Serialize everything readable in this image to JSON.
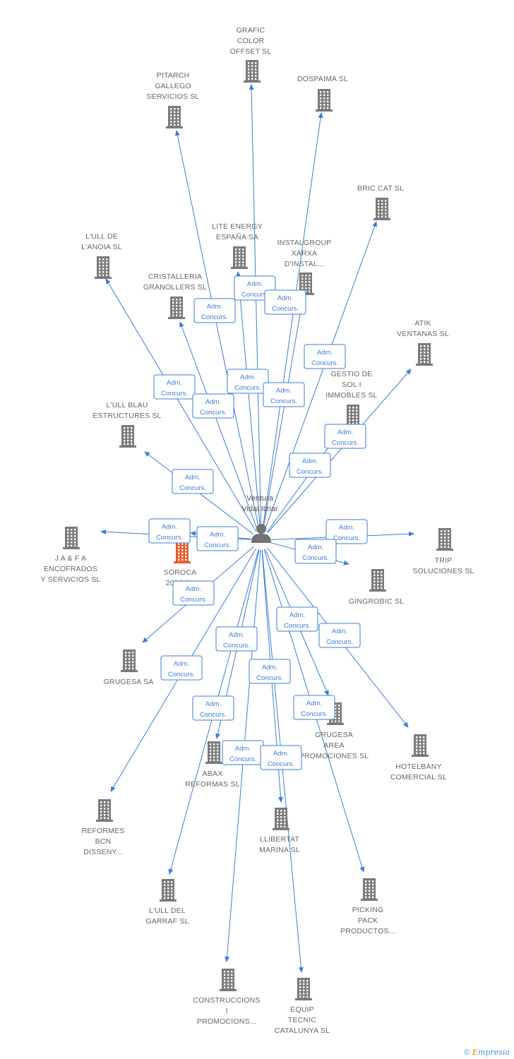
{
  "colors": {
    "edge": "#3b7dd8",
    "building": "#7a7a7a",
    "highlight": "#ea5a2d",
    "person": "#737373",
    "label": "#666666"
  },
  "center": {
    "name_lines": [
      "Ventura",
      "Vidal Itziar"
    ]
  },
  "edge_label": [
    "Adm.",
    "Concurs."
  ],
  "footer": {
    "copyright": "©",
    "brand_first": "E",
    "brand_rest": "mpresia"
  },
  "companies": [
    {
      "id": "grafic",
      "lines": [
        "GRAFIC",
        "COLOR",
        "OFFSET SL"
      ]
    },
    {
      "id": "pitarch",
      "lines": [
        "PITARCH",
        "GALLEGO",
        "SERVICIOS SL"
      ]
    },
    {
      "id": "dospaima",
      "lines": [
        "DOSPAIMA SL"
      ]
    },
    {
      "id": "bric",
      "lines": [
        "BRIC CAT SL"
      ]
    },
    {
      "id": "lite",
      "lines": [
        "LITE ENERGY",
        "ESPAÑA SA"
      ]
    },
    {
      "id": "instalgroup",
      "lines": [
        "INSTALGROUP",
        "XARXA",
        "D'INSTAL..."
      ]
    },
    {
      "id": "ull-anoia",
      "lines": [
        "L'ULL DE",
        "L'ANOIA SL"
      ]
    },
    {
      "id": "cristalleria",
      "lines": [
        "CRISTALLERIA",
        "GRANOLLERS SL"
      ]
    },
    {
      "id": "atik",
      "lines": [
        "ATIK",
        "VENTANAS SL"
      ]
    },
    {
      "id": "gestio",
      "lines": [
        "GESTIO DE",
        "SOL I",
        "IMMOBLES SL"
      ]
    },
    {
      "id": "ull-blau",
      "lines": [
        "L'ULL BLAU",
        "ESTRUCTURES SL"
      ]
    },
    {
      "id": "jaf",
      "lines": [
        "J A & F A",
        "ENCOFRADOS",
        "Y SERVICIOS SL"
      ]
    },
    {
      "id": "soroca",
      "lines": [
        "SOROCA",
        "2002 SL"
      ],
      "highlight": true
    },
    {
      "id": "trip",
      "lines": [
        "TRIP",
        "SOLUCIONES SL"
      ]
    },
    {
      "id": "gingrobic",
      "lines": [
        "GINGROBIC SL"
      ]
    },
    {
      "id": "grugesa-sa",
      "lines": [
        "GRUGESA SA"
      ]
    },
    {
      "id": "grugesa-area",
      "lines": [
        "GRUGESA",
        "AREA",
        "PROMOCIONES SL"
      ]
    },
    {
      "id": "hotelbany",
      "lines": [
        "HOTELBANY",
        "COMERCIAL SL"
      ]
    },
    {
      "id": "abax",
      "lines": [
        "ABAX",
        "REFORMAS SL"
      ]
    },
    {
      "id": "reformes",
      "lines": [
        "REFORMES",
        "BCN",
        "DISSENY..."
      ]
    },
    {
      "id": "llibertat",
      "lines": [
        "LLIBERTAT",
        "MARINA SL"
      ]
    },
    {
      "id": "ull-garraf",
      "lines": [
        "L'ULL DEL",
        "GARRAF SL"
      ]
    },
    {
      "id": "picking",
      "lines": [
        "PICKING",
        "PACK",
        "PRODUCTOS..."
      ]
    },
    {
      "id": "construccions",
      "lines": [
        "CONSTRUCCIONS",
        "I",
        "PROMOCIONS..."
      ]
    },
    {
      "id": "equip",
      "lines": [
        "EQUIP",
        "TECNIC",
        "CATALUNYA SL"
      ]
    }
  ]
}
